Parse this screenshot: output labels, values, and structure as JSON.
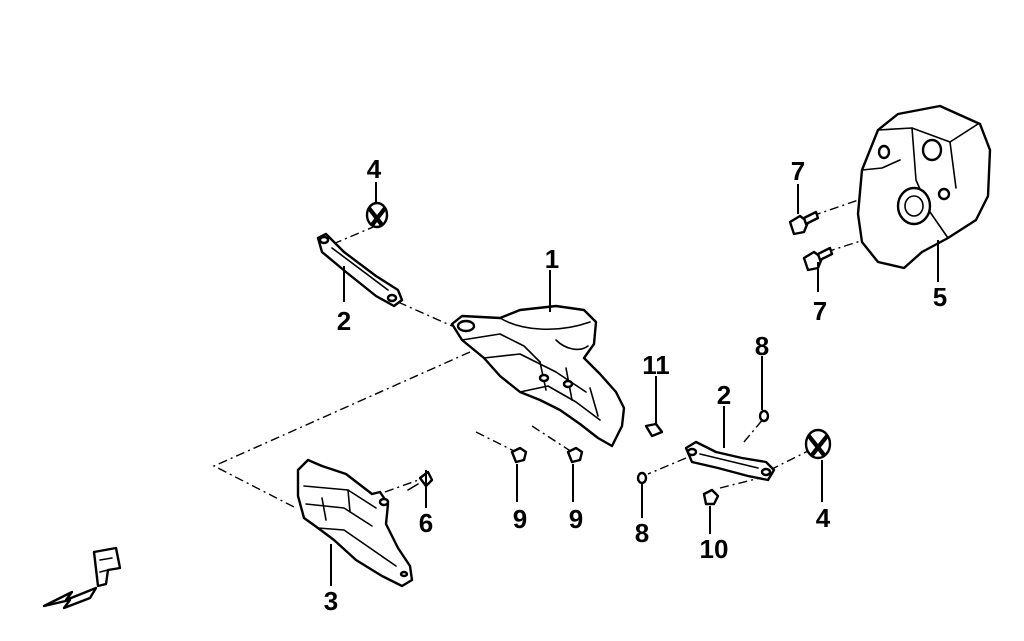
{
  "callouts": {
    "c1": "1",
    "c2a": "2",
    "c2b": "2",
    "c3": "3",
    "c4a": "4",
    "c4b": "4",
    "c5": "5",
    "c6": "6",
    "c7a": "7",
    "c7b": "7",
    "c8a": "8",
    "c8b": "8",
    "c9a": "9",
    "c9b": "9",
    "c10": "10",
    "c11": "11"
  }
}
